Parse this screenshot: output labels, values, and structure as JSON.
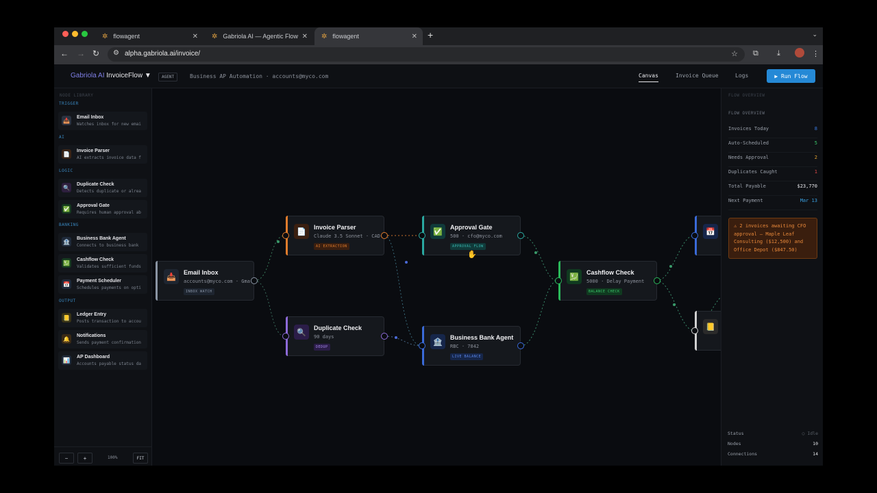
{
  "browser": {
    "tabs": [
      {
        "title": "flowagent",
        "active": false
      },
      {
        "title": "Gabriola AI — Agentic Flow P",
        "active": false
      },
      {
        "title": "flowagent",
        "active": true
      }
    ],
    "url": "alpha.gabriola.ai/invoice/"
  },
  "app": {
    "brand_light": "Gabriola AI",
    "brand_bold": "InvoiceFlow ▼",
    "badge": "AGENT",
    "subtitle": "Business AP Automation · accounts@myco.com",
    "nav": [
      "Canvas",
      "Invoice Queue",
      "Logs"
    ],
    "run_button": "▶ Run Flow"
  },
  "library": {
    "title": "NODE LIBRARY",
    "categories": [
      "TRIGGER",
      "AI",
      "LOGIC",
      "BANKING",
      "OUTPUT"
    ],
    "items": [
      {
        "name": "Email Inbox",
        "desc": "Watches inbox for new emai",
        "icon": "📥",
        "color": "#2a3240"
      },
      {
        "name": "Invoice Parser",
        "desc": "AI extracts invoice data f",
        "icon": "📄",
        "color": "#3a2416"
      },
      {
        "name": "Duplicate Check",
        "desc": "Detects duplicate or alrea",
        "icon": "🔍",
        "color": "#2e1f3e"
      },
      {
        "name": "Approval Gate",
        "desc": "Requires human approval ab",
        "icon": "✅",
        "color": "#163a20"
      },
      {
        "name": "Business Bank Agent",
        "desc": "Connects to business bank",
        "icon": "🏦",
        "color": "#1f2a3a"
      },
      {
        "name": "Cashflow Check",
        "desc": "Validates sufficient funds",
        "icon": "💹",
        "color": "#163a20"
      },
      {
        "name": "Payment Scheduler",
        "desc": "Schedules payments on opti",
        "icon": "📅",
        "color": "#1f2a3a"
      },
      {
        "name": "Ledger Entry",
        "desc": "Posts transaction to accou",
        "icon": "📒",
        "color": "#3a3416"
      },
      {
        "name": "Notifications",
        "desc": "Sends payment confirmation",
        "icon": "🔔",
        "color": "#3a2a16"
      },
      {
        "name": "AP Dashboard",
        "desc": "Accounts payable status da",
        "icon": "📊",
        "color": "#1f2a3a"
      }
    ],
    "zoom_minus": "−",
    "zoom_plus": "+",
    "zoom_level": "100%",
    "fit": "FIT"
  },
  "canvas": {
    "nodes": [
      {
        "id": "email",
        "title": "Email Inbox",
        "sub": "accounts@myco.com · Gma",
        "tag": "INBOX WATCH",
        "icon": "📥",
        "accent": "#8a94a3",
        "tag_bg": "#1e2530",
        "tag_fg": "#8a96a8"
      },
      {
        "id": "parser",
        "title": "Invoice Parser",
        "sub": "Claude 3.5 Sonnet · CAD",
        "tag": "AI EXTRACTION",
        "icon": "📄",
        "accent": "#e07c2c",
        "tag_bg": "#3a1f10",
        "tag_fg": "#e07c2c"
      },
      {
        "id": "dup",
        "title": "Duplicate Check",
        "sub": "90 days",
        "tag": "DEDUP",
        "icon": "🔍",
        "accent": "#8d6ad8",
        "tag_bg": "#2b1d48",
        "tag_fg": "#a88af0"
      },
      {
        "id": "approval",
        "title": "Approval Gate",
        "sub": "500 · cfo@myco.com",
        "tag": "APPROVAL FLOW",
        "icon": "✅",
        "accent": "#2aa8a0",
        "tag_bg": "#103a3a",
        "tag_fg": "#3ab8b0"
      },
      {
        "id": "bank",
        "title": "Business Bank Agent",
        "sub": "RBC · 7842",
        "tag": "LIVE BALANCE",
        "icon": "🏦",
        "accent": "#3a6ad8",
        "tag_bg": "#16264a",
        "tag_fg": "#5a86e8"
      },
      {
        "id": "cashflow",
        "title": "Cashflow Check",
        "sub": "5000 · Delay Payment",
        "tag": "BALANCE CHECK",
        "icon": "💹",
        "accent": "#2ab85a",
        "tag_bg": "#103a20",
        "tag_fg": "#3ac86a"
      },
      {
        "id": "sched",
        "title": "",
        "sub": "",
        "tag": "",
        "icon": "📅",
        "accent": "#3a6ad8",
        "tag_bg": "#16264a",
        "tag_fg": "#5a86e8"
      },
      {
        "id": "ledger",
        "title": "",
        "sub": "",
        "tag": "",
        "icon": "📒",
        "accent": "#d0d0d0",
        "tag_bg": "#2a2a2a",
        "tag_fg": "#ccc"
      }
    ]
  },
  "overview": {
    "header": "FLOW OVERVIEW",
    "title": "FLOW OVERVIEW",
    "stats": [
      {
        "label": "Invoices Today",
        "value": "8",
        "color": "#3a7ae0"
      },
      {
        "label": "Auto-Scheduled",
        "value": "5",
        "color": "#3ac86a"
      },
      {
        "label": "Needs Approval",
        "value": "2",
        "color": "#e0a030"
      },
      {
        "label": "Duplicates Caught",
        "value": "1",
        "color": "#e04a4a"
      },
      {
        "label": "Total Payable",
        "value": "$23,770",
        "color": "#e8e8ec"
      },
      {
        "label": "Next Payment",
        "value": "Mar 13",
        "color": "#3aa0e0"
      }
    ],
    "alert": "⚠ 2 invoices awaiting CFO approval — Maple Leaf Consulting ($12,500) and Office Depot ($847.50)",
    "footer": [
      {
        "label": "Status",
        "value": "○ Idle"
      },
      {
        "label": "Nodes",
        "value": "10"
      },
      {
        "label": "Connections",
        "value": "14"
      }
    ]
  }
}
